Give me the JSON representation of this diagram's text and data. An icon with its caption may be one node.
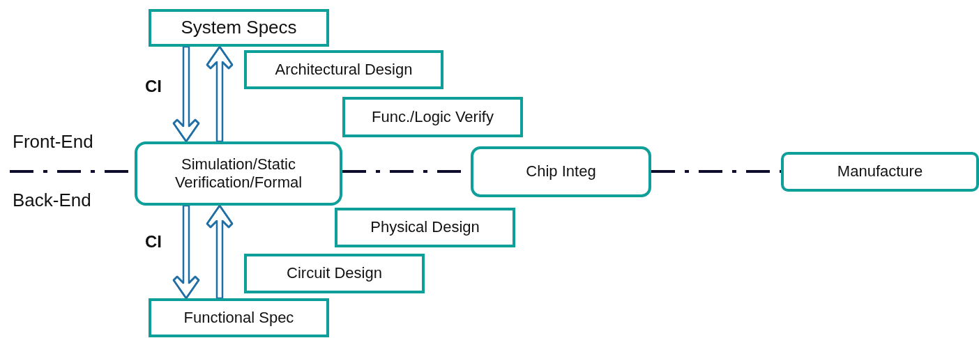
{
  "diagram": {
    "nodes": [
      {
        "text": [
          "System Specs"
        ]
      },
      {
        "text": [
          "Architectural Design"
        ]
      },
      {
        "text": [
          "Func./Logic Verify"
        ]
      },
      {
        "text": [
          "Simulation/Static Verification/Formal"
        ]
      },
      {
        "text": [
          "Chip Integ"
        ]
      },
      {
        "text": [
          "Manufacture"
        ]
      },
      {
        "text": [
          "Physical Design"
        ]
      },
      {
        "text": [
          "Circuit Design"
        ]
      },
      {
        "text": [
          "Functional Spec"
        ]
      }
    ],
    "edges": [
      {
        "from": null,
        "to": 3,
        "arrow": "none",
        "style": "dashed",
        "color": "#0d0d2b"
      },
      {
        "from": 3,
        "to": 4,
        "arrow": "none",
        "style": "dashed",
        "color": "#0d0d2b"
      },
      {
        "from": 4,
        "to": 5,
        "arrow": "none",
        "style": "dashed",
        "color": "#0d0d2b"
      },
      {
        "from": 0,
        "to": 3,
        "arrow": "to"
      },
      {
        "from": 3,
        "to": 0,
        "arrow": "to"
      },
      {
        "from": 3,
        "to": 8,
        "arrow": "to"
      },
      {
        "from": 8,
        "to": 3,
        "arrow": "to"
      }
    ],
    "labels": [
      "CI",
      "Front-End",
      "Back-End",
      "CI"
    ]
  }
}
